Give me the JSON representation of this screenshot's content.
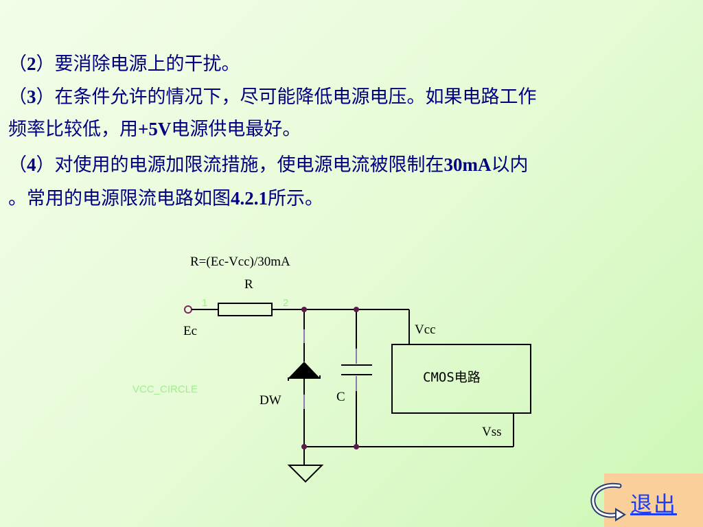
{
  "text": {
    "l1_a": "（",
    "l1_num": "2",
    "l1_b": "）要消除电源上的干扰。",
    "l2_a": "（",
    "l2_num": "3",
    "l2_b": "）在条件允许的情况下，尽可能降低电源电压。如果电路工作",
    "l3_a": "频率比较低，用",
    "l3_bold": "+5V",
    "l3_b": "电源供电最好。",
    "l4_a": "（",
    "l4_num": "4",
    "l4_b": "）对使用的电源加限流措施，使电源电流被限制在",
    "l4_bold": "30mA",
    "l4_c": "以内",
    "l5_a": "。常用的电源限流电路如图",
    "l5_bold": "4.2.1",
    "l5_b": "所示。"
  },
  "circuit": {
    "formula": "R=(Ec-Vcc)/30mA",
    "r_label": "R",
    "ec_label": "Ec",
    "vcc_label": "Vcc",
    "vss_label": "Vss",
    "dw_label": "DW",
    "c_label": "C",
    "cmos_label": "CMOS电路",
    "pin1": "1",
    "pin2": "2",
    "ghost_label": "VCC_CIRCLE"
  },
  "nav": {
    "exit_label": "退出"
  },
  "colors": {
    "text": "#000080",
    "exit_bg": "#fbcf9a",
    "exit_text": "#1d3df2",
    "node": "#5a1a4a"
  }
}
